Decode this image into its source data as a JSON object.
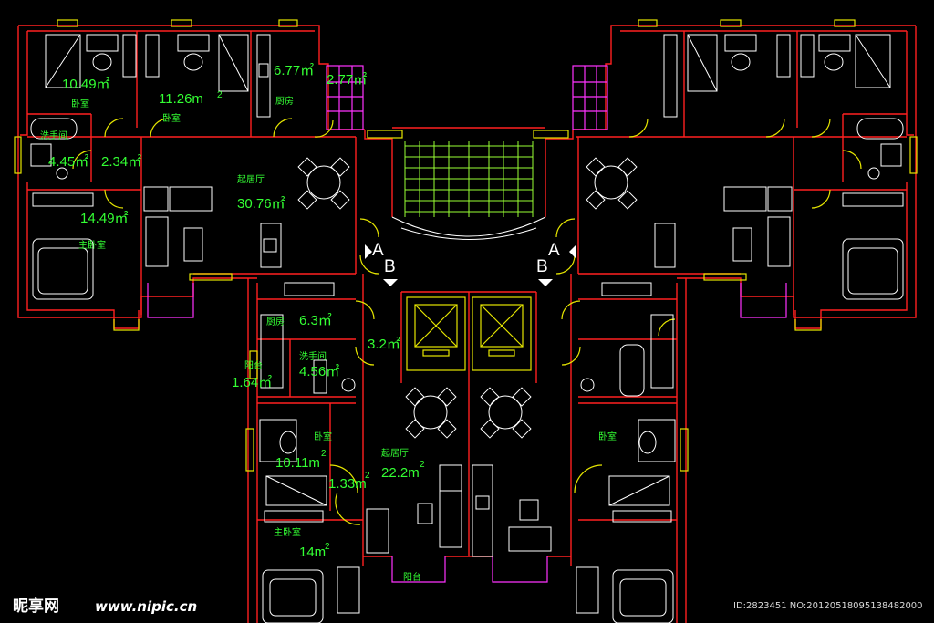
{
  "plan": {
    "west_unit": {
      "bedroom_nw": {
        "label": "卧室",
        "area": "10.49㎡"
      },
      "bedroom_n": {
        "label": "卧室",
        "area": "11.26m",
        "sup": "2"
      },
      "kitchen": {
        "label": "厨房",
        "area": "6.77㎡"
      },
      "balcony_n": {
        "area": "2.77㎡"
      },
      "bath_w": {
        "label": "洗手间",
        "area": "4.45㎡"
      },
      "corridor": {
        "area": "2.34㎡"
      },
      "living": {
        "label": "起居厅",
        "area": "30.76㎡"
      },
      "master": {
        "label": "主卧室",
        "area": "14.49㎡"
      }
    },
    "south_unit": {
      "kitchen": {
        "label": "厨房",
        "area": "6.3㎡"
      },
      "corridor": {
        "area": "3.2㎡"
      },
      "bath": {
        "label": "洗手间",
        "area": "4.56㎡"
      },
      "balcony": {
        "label": "阳台",
        "area": "1.64㎡"
      },
      "bedroom": {
        "label": "卧室",
        "area": "10.11m",
        "sup": "2"
      },
      "hall": {
        "area": "1.33m",
        "sup": "2"
      },
      "living": {
        "label": "起居厅",
        "area": "22.2m",
        "sup": "2"
      },
      "master": {
        "label": "主卧室",
        "area": "14m",
        "sup": "2"
      },
      "balcony_s": {
        "label": "阳台"
      }
    },
    "east_unit": {
      "bedroom": {
        "label": "卧室"
      }
    },
    "axes": {
      "left_top": "A",
      "left_bottom": "B",
      "right_top": "A",
      "right_bottom": "B"
    }
  },
  "watermark": {
    "brand": "昵享网",
    "url": "www.nipic.cn",
    "id_text": "ID:2823451 NO:20120518095138482000"
  },
  "colors": {
    "wall": "#ff2020",
    "furniture": "#ffffff",
    "window": "#e6e600",
    "balcony": "#ff33ff",
    "label": "#33ff33"
  }
}
